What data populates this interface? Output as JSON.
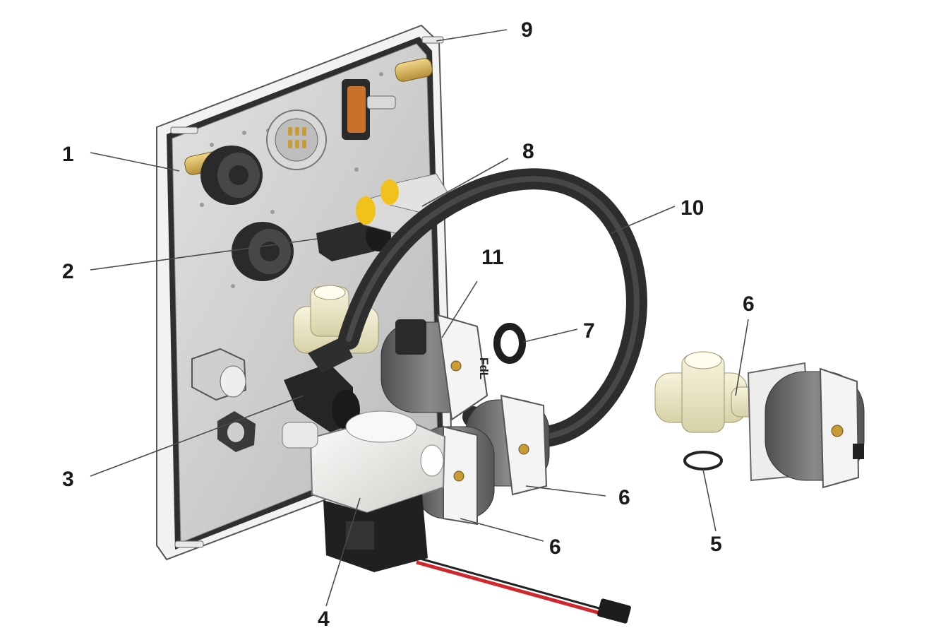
{
  "callouts": [
    {
      "id": "c1",
      "label": "1"
    },
    {
      "id": "c2",
      "label": "2"
    },
    {
      "id": "c3",
      "label": "3"
    },
    {
      "id": "c4",
      "label": "4"
    },
    {
      "id": "c5",
      "label": "5"
    },
    {
      "id": "c6a",
      "label": "6"
    },
    {
      "id": "c6b",
      "label": "6"
    },
    {
      "id": "c6c",
      "label": "6"
    },
    {
      "id": "c7",
      "label": "7"
    },
    {
      "id": "c8",
      "label": "8"
    },
    {
      "id": "c9",
      "label": "9"
    },
    {
      "id": "c10",
      "label": "10"
    },
    {
      "id": "c11",
      "label": "11"
    }
  ],
  "valve_marking": "FdL",
  "colors": {
    "plate": "#c9c9c9",
    "plate_gasket": "#2c2c2c",
    "brass": "#d6b25a",
    "hose": "#3a3a3a",
    "fitting_black": "#262626",
    "fitting_white": "#eeeeea",
    "coil_grey": "#6e6e6e",
    "tee_cream": "#ece7c6",
    "fitting_yellow": "#f1c21b",
    "wire_red": "#d3262a",
    "label_text": "#1a1a1a"
  }
}
